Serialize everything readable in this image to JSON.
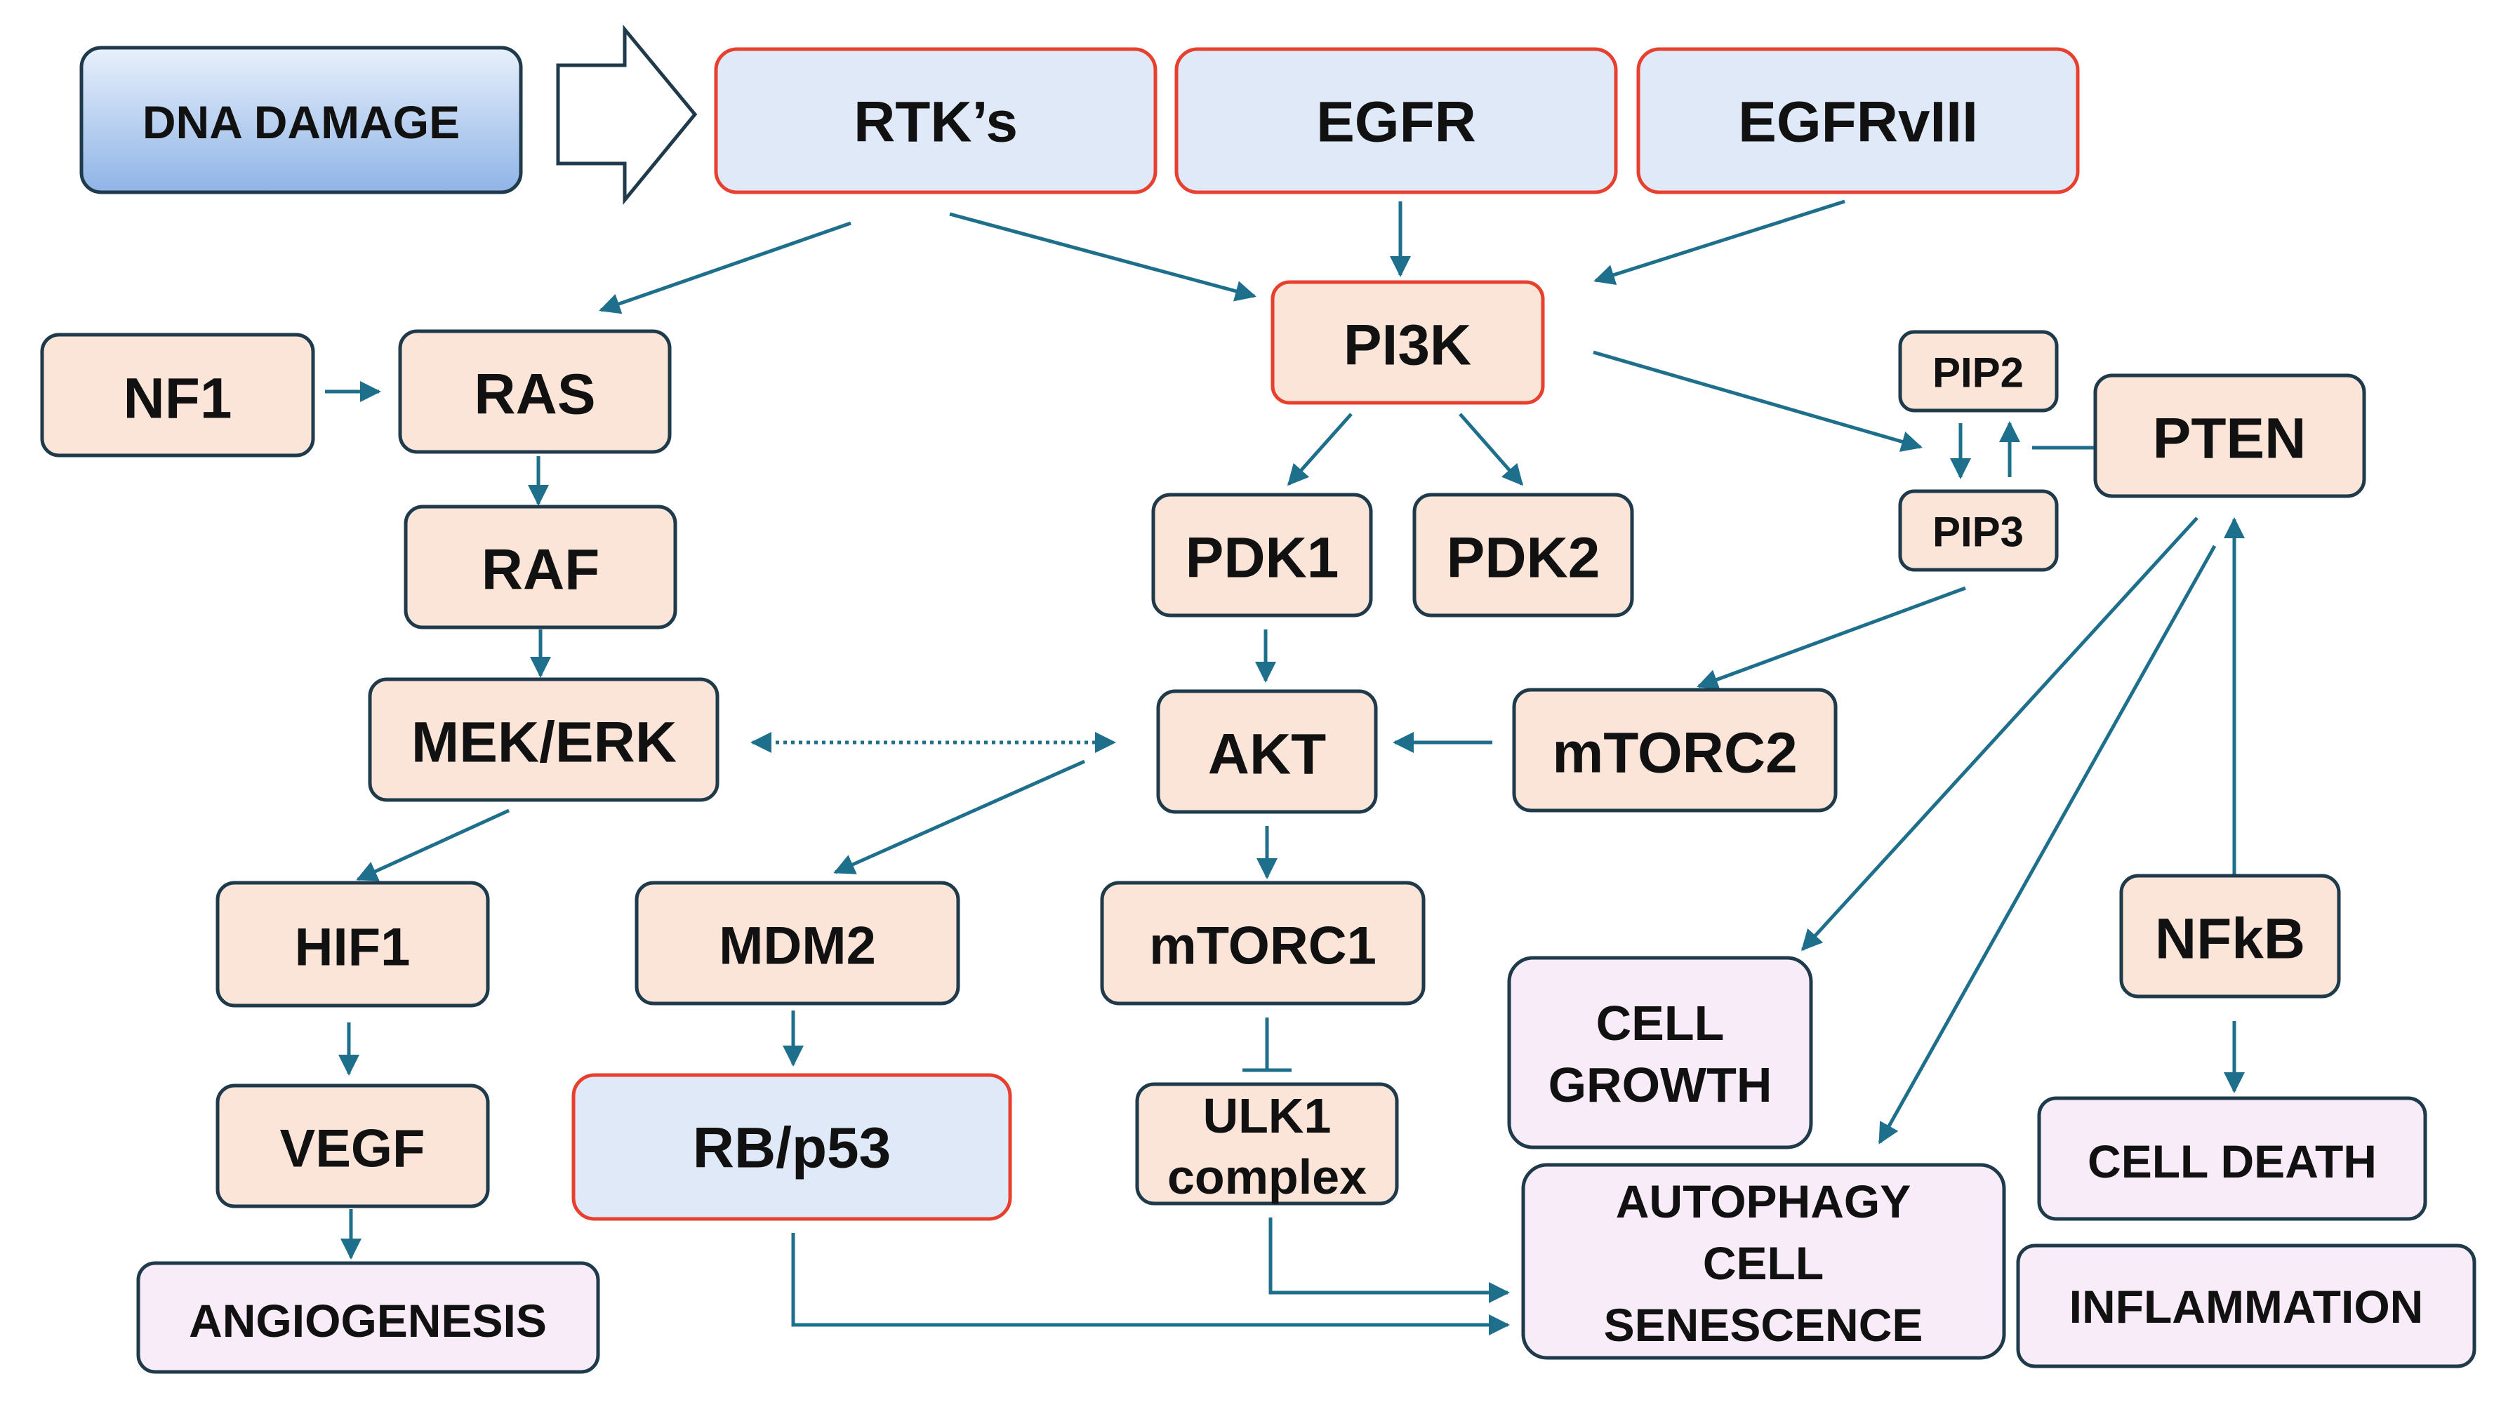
{
  "colors": {
    "arrow": "#1e6f8c",
    "box_border_dark": "#1f3a4a",
    "box_border_red": "#e8402f",
    "fill_peach": "#fbe5d8",
    "fill_blue": "#dfe9f8",
    "fill_lavender": "#f8ecf8",
    "dna_gradient_top": "#e8f0fc",
    "dna_gradient_bottom": "#8fb4e6"
  },
  "nodes": {
    "dna_damage": "DNA DAMAGE",
    "rtks": "RTK’s",
    "egfr": "EGFR",
    "egfrviii": "EGFRvIII",
    "nf1": "NF1",
    "ras": "RAS",
    "raf": "RAF",
    "mek_erk": "MEK/ERK",
    "hif1": "HIF1",
    "vegf": "VEGF",
    "angiogenesis": "ANGIOGENESIS",
    "pi3k": "PI3K",
    "pdk1": "PDK1",
    "pdk2": "PDK2",
    "akt": "AKT",
    "mtorc2": "mTORC2",
    "mdm2": "MDM2",
    "rb_p53": "RB/p53",
    "mtorc1": "mTORC1",
    "ulk1_line1": "ULK1",
    "ulk1_line2": "complex",
    "pip2": "PIP2",
    "pip3": "PIP3",
    "pten": "PTEN",
    "cell_growth_line1": "CELL",
    "cell_growth_line2": "GROWTH",
    "autophagy_line1": "AUTOPHAGY",
    "autophagy_line2": "CELL",
    "autophagy_line3": "SENESCENCE",
    "nfkb": "NFkB",
    "cell_death": "CELL DEATH",
    "inflammation": "INFLAMMATION"
  }
}
